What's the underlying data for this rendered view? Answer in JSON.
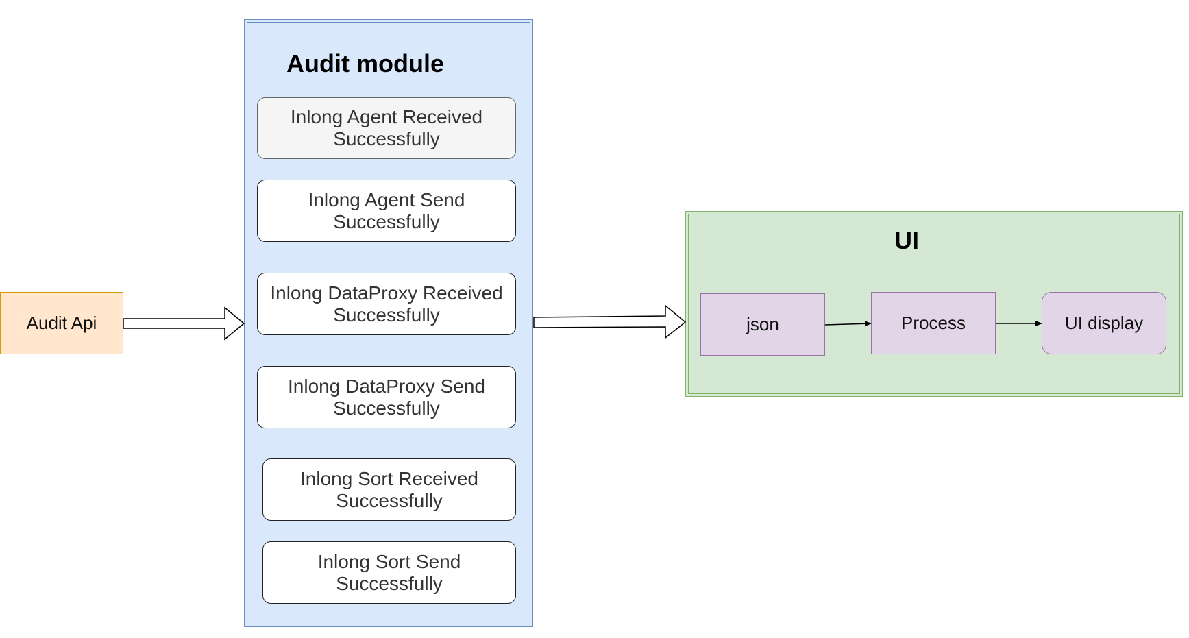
{
  "audit_api": {
    "label": "Audit Api"
  },
  "audit_module": {
    "title": "Audit module",
    "items": [
      {
        "label": "Inlong Agent Received Successfully"
      },
      {
        "label": "Inlong Agent Send Successfully"
      },
      {
        "label": "Inlong DataProxy Received Successfully"
      },
      {
        "label": "Inlong DataProxy Send Successfully"
      },
      {
        "label": "Inlong Sort Received Successfully"
      },
      {
        "label": "Inlong Sort Send Successfully"
      }
    ]
  },
  "ui": {
    "title": "UI",
    "nodes": [
      {
        "label": "json"
      },
      {
        "label": "Process"
      },
      {
        "label": "UI display"
      }
    ]
  },
  "colors": {
    "audit_api_fill": "#ffe6cc",
    "audit_api_stroke": "#d79b00",
    "audit_module_fill": "#dae8fc",
    "audit_module_stroke": "#6c8ebf",
    "ui_fill": "#d5e8d4",
    "ui_stroke": "#82b366",
    "node_fill": "#e1d5e7",
    "node_stroke": "#9673a6"
  }
}
